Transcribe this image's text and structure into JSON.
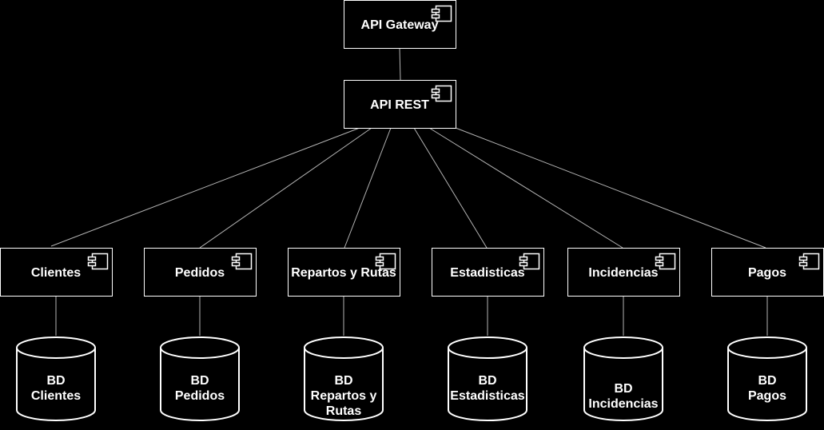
{
  "diagram": {
    "gateway": {
      "label": "API Gateway",
      "icon": "component-icon"
    },
    "api": {
      "label": "API REST",
      "icon": "component-icon"
    },
    "services": [
      {
        "id": "clientes",
        "label": "Clientes",
        "db": [
          "BD",
          "Clientes"
        ]
      },
      {
        "id": "pedidos",
        "label": "Pedidos",
        "db": [
          "BD",
          "Pedidos"
        ]
      },
      {
        "id": "repartos",
        "label": "Repartos y Rutas",
        "db": [
          "BD",
          "Repartos y",
          "Rutas"
        ]
      },
      {
        "id": "estadisticas",
        "label": "Estadisticas",
        "db": [
          "BD",
          "Estadisticas"
        ]
      },
      {
        "id": "incidencias",
        "label": "Incidencias",
        "db": [
          "BD",
          "Incidencias"
        ]
      },
      {
        "id": "pagos",
        "label": "Pagos",
        "db": [
          "BD",
          "Pagos"
        ]
      }
    ],
    "colors": {
      "background": "#000000",
      "stroke": "#ffffff",
      "edge": "#b3b3b3",
      "text": "#ffffff"
    }
  }
}
